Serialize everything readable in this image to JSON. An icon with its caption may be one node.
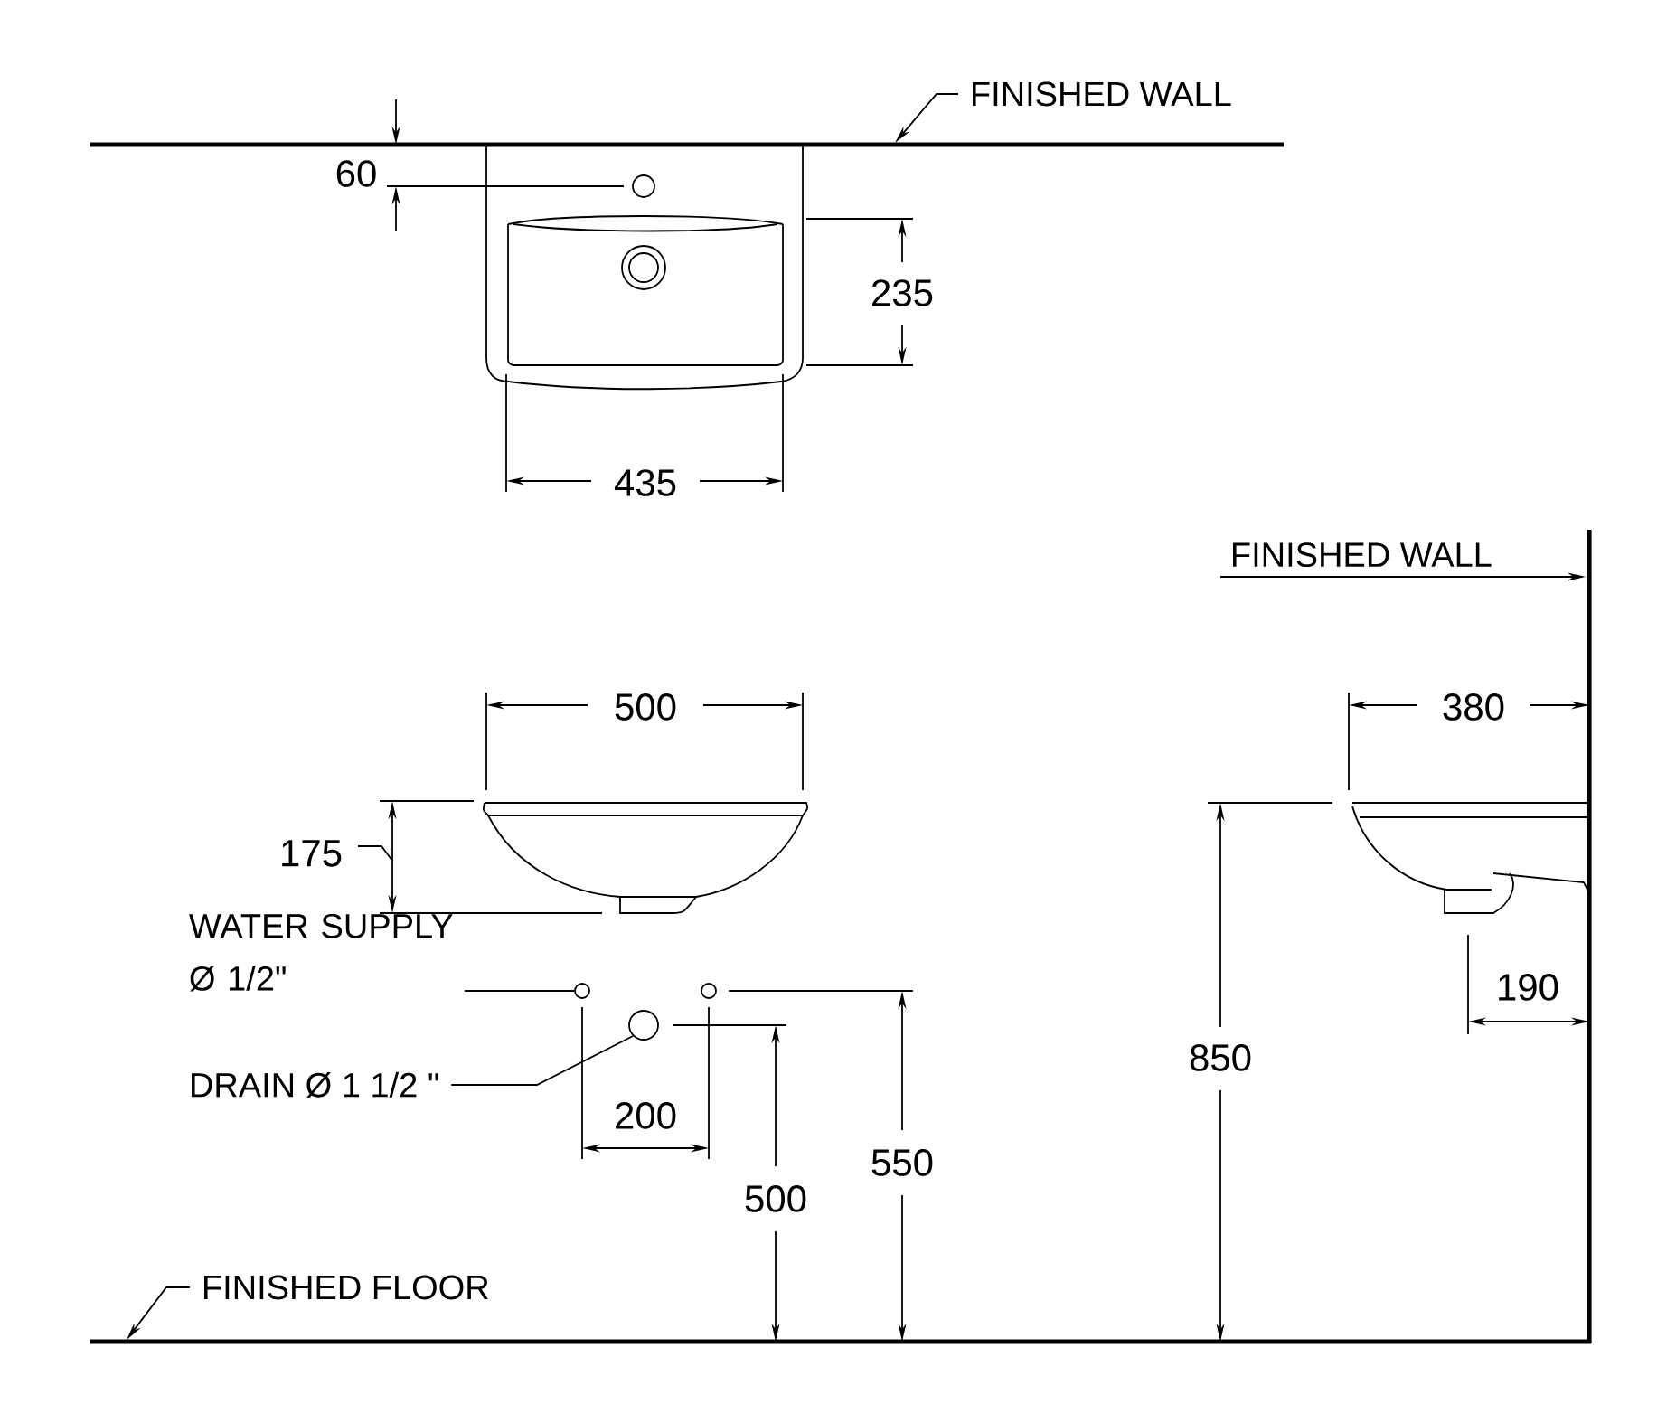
{
  "diagram": {
    "nodes": [
      {
        "text": [
          "FINISHED WALL"
        ]
      },
      {
        "text": [
          "FINISHED WALL"
        ]
      },
      {
        "text": [
          "WATER SUPPLY Ø 1/2\""
        ]
      },
      {
        "text": [],
        "shape": "circle"
      },
      {
        "text": [],
        "shape": "circle"
      },
      {
        "text": [
          "DRAIN Ø 1 1/2 \""
        ]
      },
      {
        "text": [],
        "shape": "circle"
      },
      {
        "text": [
          "FINISHED FLOOR"
        ]
      }
    ],
    "edges": [
      {
        "from": 0,
        "to": null,
        "arrow": "to"
      },
      {
        "from": 1,
        "to": null,
        "arrow": "to"
      },
      {
        "from": 2,
        "to": 3,
        "arrow": "none"
      },
      {
        "from": 5,
        "to": 6,
        "arrow": "none"
      },
      {
        "from": 7,
        "to": null,
        "arrow": "to"
      }
    ],
    "labels": [
      "60",
      "235",
      "435",
      "500",
      "380",
      "175",
      "190",
      "200",
      "850",
      "550",
      "500"
    ]
  }
}
